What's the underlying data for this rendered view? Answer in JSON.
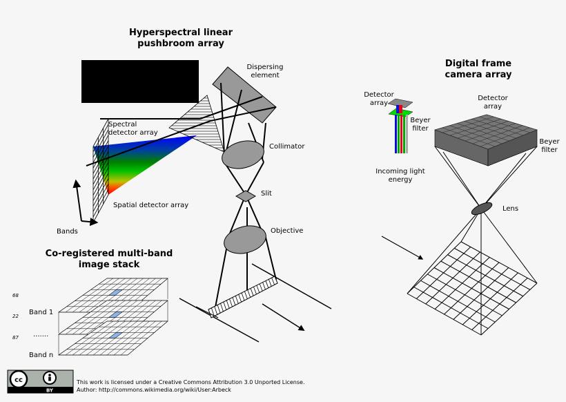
{
  "titles": {
    "pushbroom_line1": "Hyperspectral linear",
    "pushbroom_line2": "pushbroom array",
    "frame_line1": "Digital frame",
    "frame_line2": "camera array",
    "stack_line1": "Co-registered multi-band",
    "stack_line2": "image stack"
  },
  "labels": {
    "dispersing_line1": "Dispersing",
    "dispersing_line2": "element",
    "spectral_line1": "Spectral",
    "spectral_line2": "detector array",
    "collimator": "Collimator",
    "slit": "Slit",
    "objective": "Objective",
    "spatial": "Spatial detector array",
    "bands": "Bands",
    "detector_small_line1": "Detector",
    "detector_small_line2": "array",
    "beyer_small_line1": "Beyer",
    "beyer_small_line2": "filter",
    "incoming_line1": "Incoming light",
    "incoming_line2": "energy",
    "detector_big_line1": "Detector",
    "detector_big_line2": "array",
    "beyer_big_line1": "Beyer",
    "beyer_big_line2": "filter",
    "lens": "Lens",
    "band1": "Band 1",
    "bandn": "Band n",
    "dots": ".......",
    "val1": "68",
    "val2": "22",
    "val3": "87"
  },
  "license": {
    "line1": "This work is licensed under a Creative Commons Attribution 3.0 Unported License.",
    "line2": "Author: http://commons.wikimedia.org/wiki/User:Arbeck",
    "badge_text": "BY"
  },
  "colors": {
    "bayer_red": "#e8001c",
    "bayer_green": "#00dd00",
    "bayer_blue": "#0010d0",
    "grey_sensor": "#777777",
    "highlight_pixel": "#8fb4e8"
  }
}
